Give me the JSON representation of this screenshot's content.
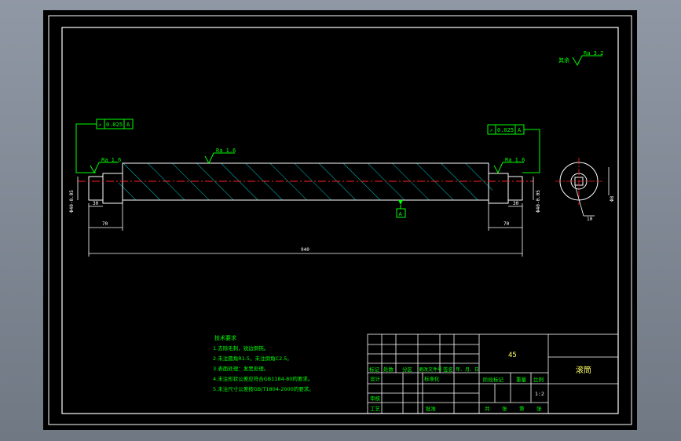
{
  "colors": {
    "background": "#000000",
    "line": "#ffffff",
    "hatch": "#00c8c8",
    "centerline": "#ff2020",
    "text": "#00ff00",
    "titleText": "#ffff66"
  },
  "roughness": {
    "remaining": "其余",
    "remaining_value": "Ra 3.2",
    "body": "Ra 1.6",
    "left_end": "Ra 1.6",
    "right_end": "Ra 1.6"
  },
  "tolerance": {
    "left": {
      "symbol": "↗",
      "value": "0.025",
      "datum": "A"
    },
    "right": {
      "symbol": "↗",
      "value": "0.025",
      "datum": "A"
    },
    "datum_label": "A"
  },
  "dimensions": {
    "total_length": "940",
    "left_shoulder": "70",
    "left_journal": "30",
    "right_shoulder": "70",
    "right_journal": "30",
    "left_diameter": "Φ40-0.05",
    "right_diameter": "Φ40-0.05",
    "section_diameter": "Φ8",
    "section_hole": "10"
  },
  "notes": {
    "title": "技术要求",
    "items": [
      "1.去除毛刺，锐边倒钝。",
      "2.未注圆角R1.5，未注倒角C2.5。",
      "3.表面处理：发黑处理。",
      "4.未注形状公差应符合GB1184-80的要求。",
      "5.未注尺寸公差按GB/T1804-2000的要求。"
    ]
  },
  "title_block": {
    "headers": [
      "标记",
      "处数",
      "分区",
      "更改文件号",
      "签名",
      "年、月、日"
    ],
    "design": "设计",
    "standard": "标准化",
    "review": "审核",
    "process": "工艺",
    "approve": "批准",
    "stage": "阶段标记",
    "weight": "重量",
    "scale_label": "比例",
    "scale": "1:2",
    "sheets": [
      "共",
      "张",
      "第",
      "张"
    ],
    "material": "45",
    "part_name": "滚筒"
  }
}
